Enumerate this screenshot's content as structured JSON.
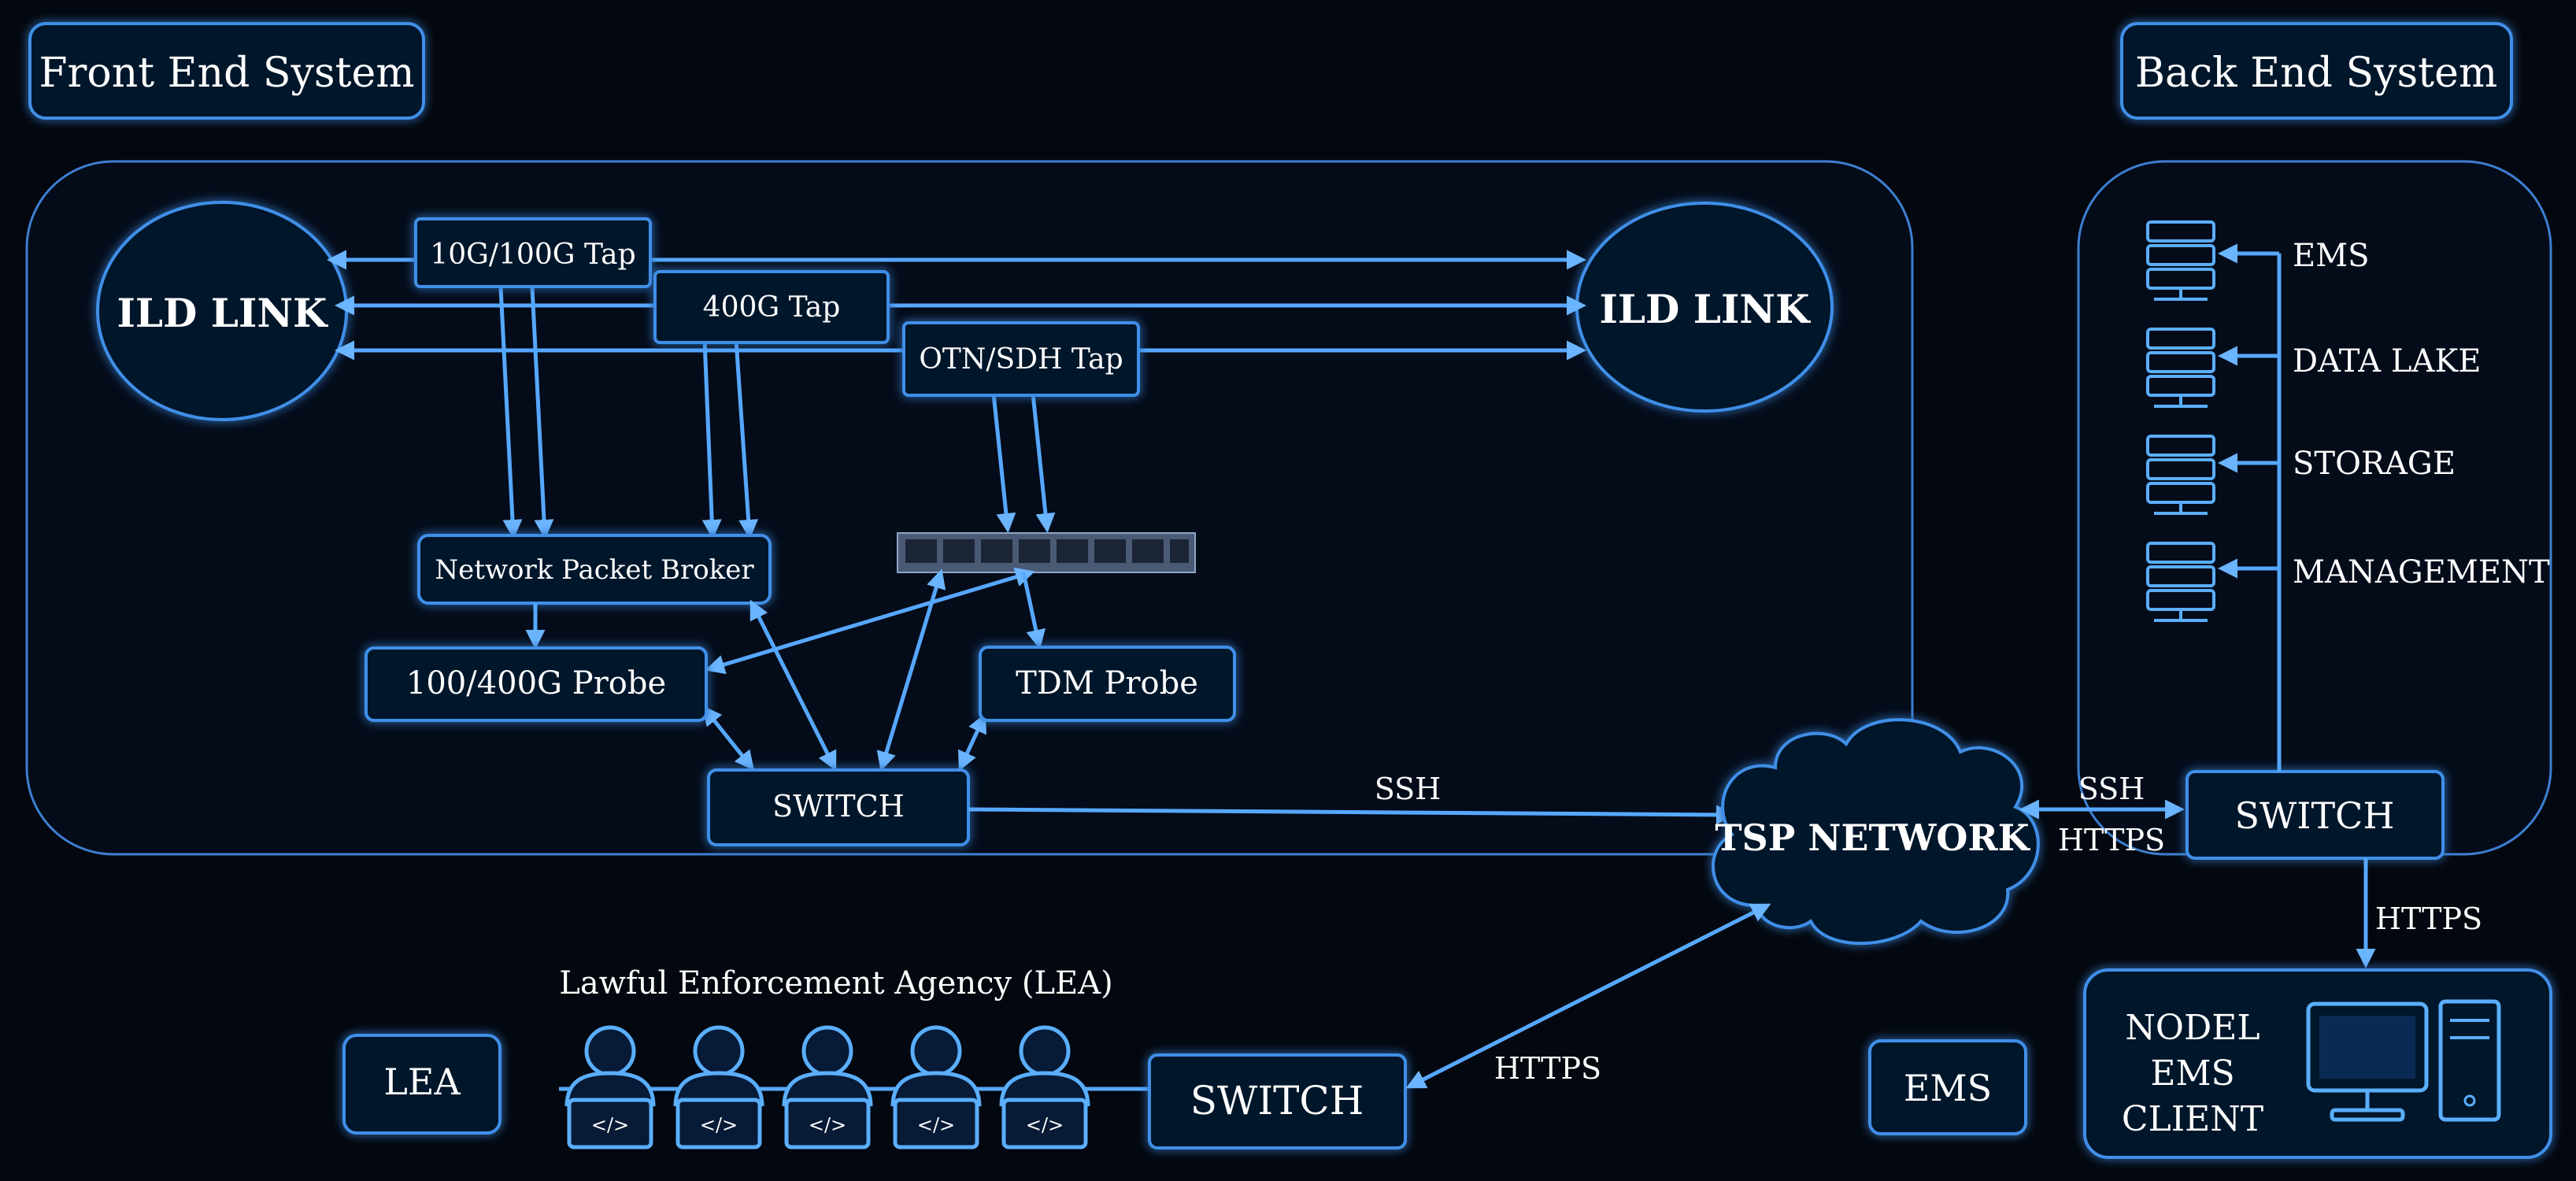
{
  "headers": {
    "front_end": "Front End System",
    "back_end": "Back End System"
  },
  "front_end": {
    "ild_link_left": "ILD LINK",
    "ild_link_right": "ILD LINK",
    "taps": [
      "10G/100G Tap",
      "400G Tap",
      "OTN/SDH Tap"
    ],
    "packet_broker": "Network Packet Broker",
    "probe_ip": "100/400G Probe",
    "probe_tdm": "TDM Probe",
    "switch": "SWITCH"
  },
  "network": {
    "tsp": "TSP NETWORK",
    "ssh_label": "SSH",
    "tsp_backend_ssh": "SSH",
    "tsp_backend_https": "HTTPS",
    "lea_https": "HTTPS"
  },
  "back_end": {
    "servers": [
      "EMS",
      "DATA LAKE",
      "STORAGE",
      "MANAGEMENT"
    ],
    "switch": "SWITCH",
    "client_https": "HTTPS",
    "client_lines": [
      "NODEL",
      "EMS",
      "CLIENT"
    ]
  },
  "lea": {
    "title": "Lawful Enforcement Agency (LEA)",
    "label_box": "LEA",
    "switch": "SWITCH",
    "agent_count": 5,
    "agent_icon": "developer-user-icon"
  },
  "ems_box": "EMS",
  "colors": {
    "background": "#03070f",
    "accent": "#4fa3ff",
    "box_fill": "#06152c"
  }
}
